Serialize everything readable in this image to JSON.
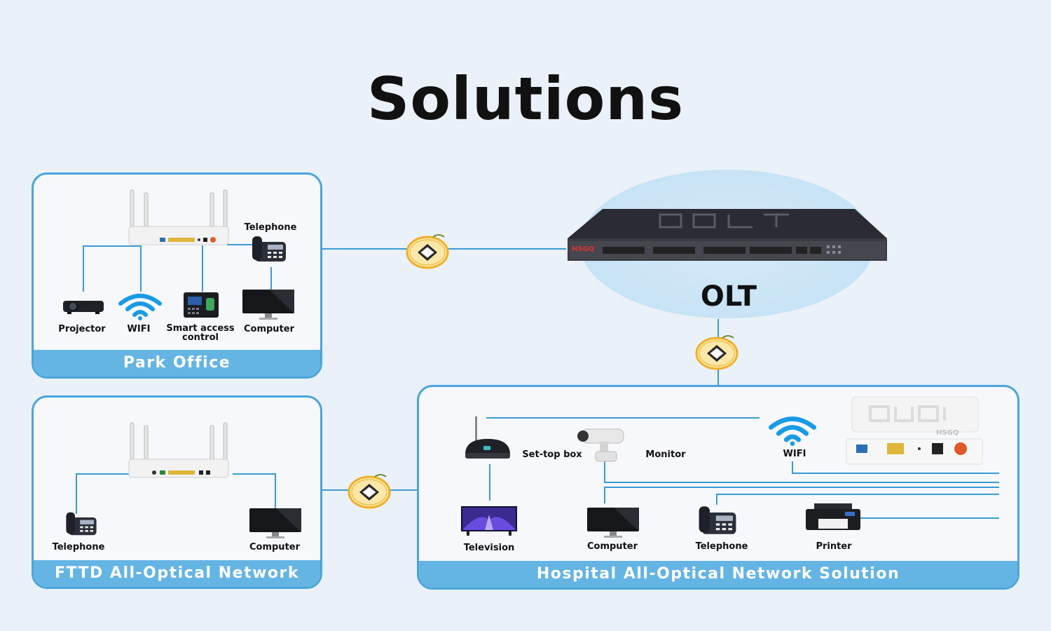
{
  "title": "Solutions",
  "olt": {
    "label": "OLT",
    "brand": "HSGQ"
  },
  "park_office": {
    "title": "Park Office",
    "devices": {
      "telephone": "Telephone",
      "projector": "Projector",
      "wifi": "WIFI",
      "smart_access": "Smart access control",
      "computer": "Computer"
    }
  },
  "fttd": {
    "title": "FTTD All-Optical Network",
    "devices": {
      "telephone": "Telephone",
      "computer": "Computer"
    }
  },
  "hospital": {
    "title": "Hospital All-Optical Network Solution",
    "devices": {
      "settop": "Set-top box",
      "monitor": "Monitor",
      "wifi": "WIFI",
      "television": "Television",
      "computer": "Computer",
      "telephone": "Telephone",
      "printer": "Printer"
    },
    "onu_brand": "HSGQ"
  },
  "colors": {
    "accent": "#64b4e4",
    "border": "#4aa4dc",
    "line": "#3a9bd5",
    "wifi": "#1a9be6",
    "coil": "#f0b02a"
  }
}
